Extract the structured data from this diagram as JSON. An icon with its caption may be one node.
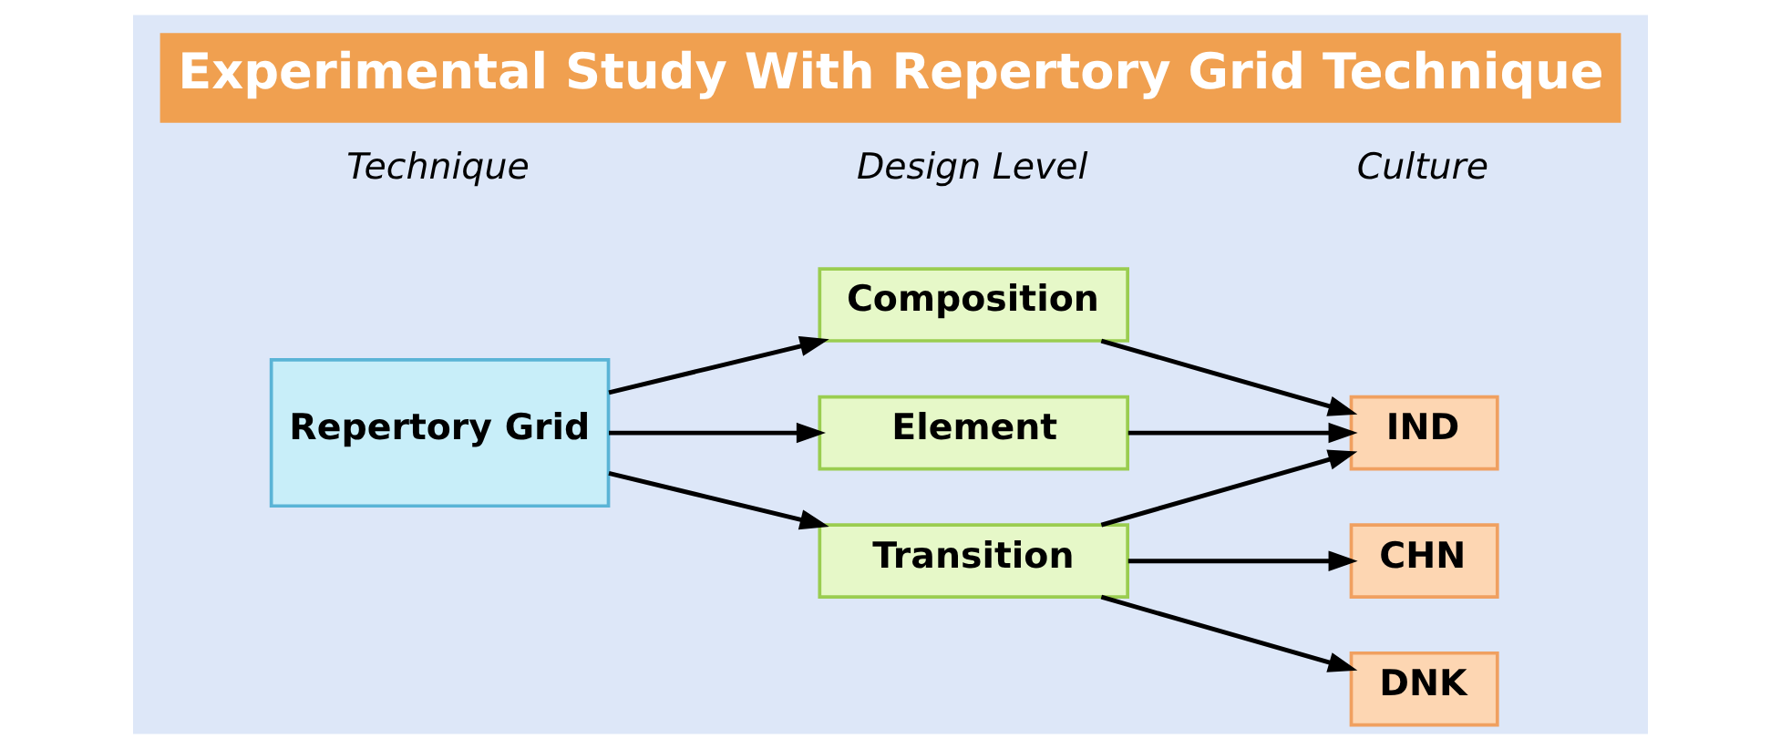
{
  "diagram": {
    "title": "Experimental Study With Repertory Grid Technique",
    "nodes": [
      {
        "text": [
          "Repertory Grid"
        ]
      },
      {
        "text": [
          "Composition"
        ]
      },
      {
        "text": [
          "Element"
        ]
      },
      {
        "text": [
          "Transition"
        ]
      },
      {
        "text": [
          "IND"
        ]
      },
      {
        "text": [
          "CHN"
        ]
      },
      {
        "text": [
          "DNK"
        ]
      }
    ],
    "edges": [
      {
        "from": 0,
        "to": 1,
        "arrow": "to"
      },
      {
        "from": 0,
        "to": 2,
        "arrow": "to"
      },
      {
        "from": 0,
        "to": 3,
        "arrow": "to"
      },
      {
        "from": 1,
        "to": 4,
        "arrow": "to"
      },
      {
        "from": 2,
        "to": 4,
        "arrow": "to"
      },
      {
        "from": 3,
        "to": 4,
        "arrow": "to"
      },
      {
        "from": 3,
        "to": 5,
        "arrow": "to"
      },
      {
        "from": 3,
        "to": 6,
        "arrow": "to"
      }
    ],
    "labels": [
      "Technique",
      "Design Level",
      "Culture"
    ]
  }
}
